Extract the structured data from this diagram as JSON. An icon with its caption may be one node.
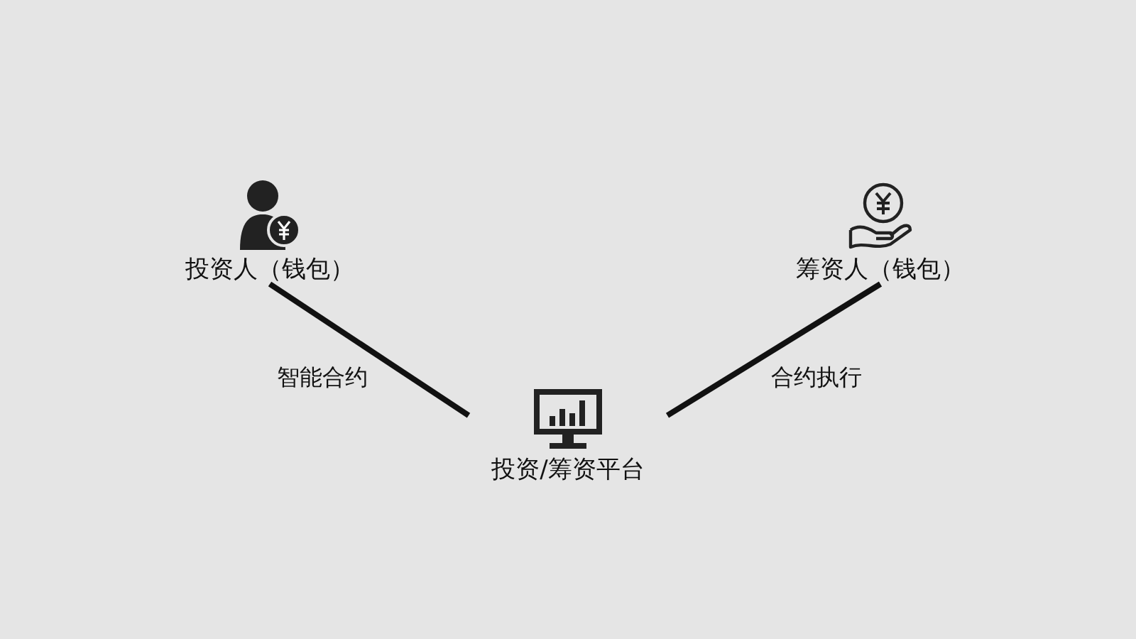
{
  "diagram": {
    "nodes": [
      {
        "text": [
          "投资人（钱包）"
        ]
      },
      {
        "text": [
          "筹资人（钱包）"
        ]
      },
      {
        "text": [
          "投资/筹资平台"
        ]
      }
    ],
    "edges": [
      {
        "from": 0,
        "to": 2,
        "arrow": "none",
        "label": "智能合约"
      },
      {
        "from": 2,
        "to": 1,
        "arrow": "none",
        "label": "合约执行"
      }
    ]
  }
}
